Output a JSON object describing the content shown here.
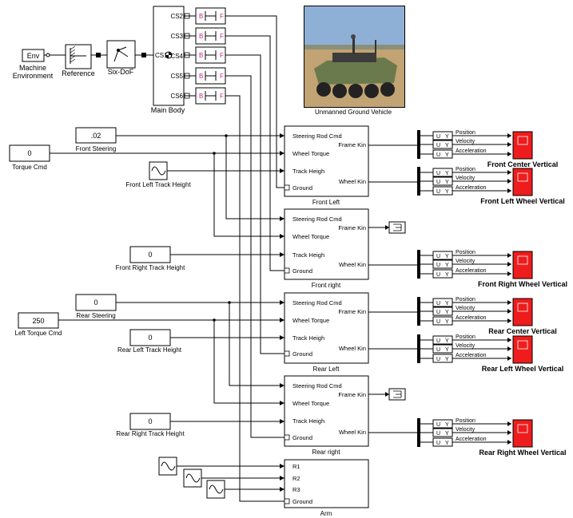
{
  "top": {
    "env": "Env",
    "machine_env": "Machine",
    "machine_env2": "Environment",
    "reference": "Reference",
    "sixdof": "Six-DoF",
    "main_body": "Main Body",
    "cs_labels": [
      "CS2",
      "CS3",
      "CS4",
      "CS5",
      "CS6"
    ],
    "cs1": "CS1",
    "port_b": "B",
    "port_f": "F",
    "vehicle_caption": "Unmanned Ground Vehicle"
  },
  "inputs": {
    "front_steering_value": ".02",
    "front_steering": "Front Steering",
    "torque_value": "0",
    "torque_cmd": "Torque Cmd",
    "front_left_track_height": "Front Left Track Height",
    "front_right_value": "0",
    "front_right_track_height": "Front Right Track Height",
    "rear_steering_value": "0",
    "rear_steering": "Rear Steering",
    "left_torque_value": "250",
    "left_torque_cmd": "Left Torque Cmd",
    "rear_left_value": "0",
    "rear_left_track_height": "Rear Left Track Height",
    "rear_right_value": "0",
    "rear_right_track_height": "Rear Right Track Height"
  },
  "subsystems": {
    "port_steering": "Steering Rod Cmd",
    "port_torque": "Wheel Torque",
    "port_track_short": "Track Heigh",
    "port_ground": "Ground",
    "port_frame": "Frame Kin",
    "port_wheel": "Wheel Kin",
    "front_left": "Front Left",
    "front_right": "Front right",
    "rear_left": "Rear Left",
    "rear_right": "Rear right",
    "arm": "Arm",
    "arm_ports": [
      "R1",
      "R2",
      "R3",
      "Ground"
    ]
  },
  "scopes": {
    "u": "U",
    "y": "Y",
    "position": "Position",
    "velocity": "Velocity",
    "acceleration": "Acceleration",
    "front_center": "Front Center Vertical",
    "front_left_wheel": "Front Left Wheel Vertical",
    "front_right_wheel": "Front Right Wheel Vertical",
    "rear_center": "Rear Center Vertical",
    "rear_left_wheel": "Rear Left Wheel Vertical",
    "rear_right_wheel": "Rear Right Wheel Vertical"
  },
  "colors": {
    "scope": "#ee1c1c",
    "pink": "#cc2288"
  }
}
